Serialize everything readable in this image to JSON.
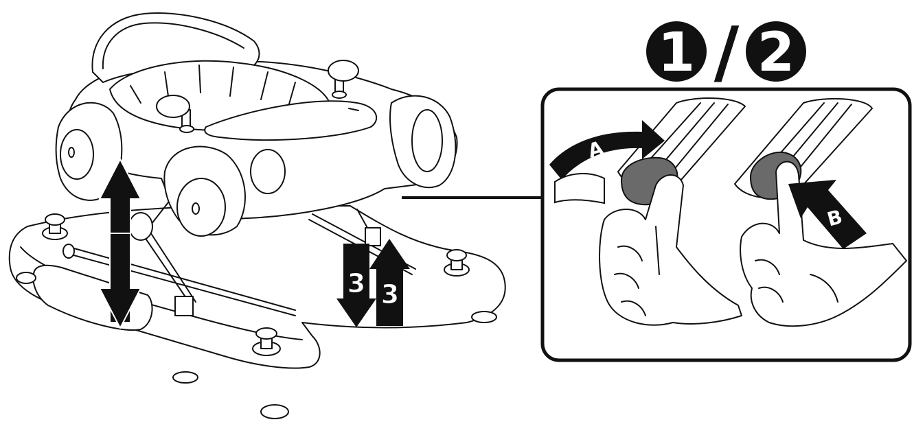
{
  "diagram": {
    "step_indicator": {
      "first": "1",
      "separator": "/",
      "second": "2"
    },
    "labels": {
      "a": "A",
      "b": "B",
      "step3_down": "3",
      "step3_up": "3"
    }
  }
}
